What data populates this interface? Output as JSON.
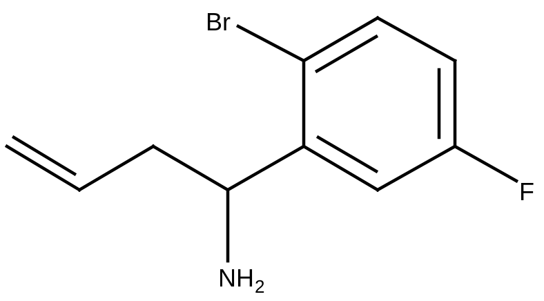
{
  "molecule": {
    "labels": {
      "bromine": "Br",
      "fluorine": "F",
      "amine_main": "NH",
      "amine_subscript": "2"
    },
    "colors": {
      "bond": "#000000",
      "text": "#000000",
      "background": "#ffffff"
    }
  }
}
